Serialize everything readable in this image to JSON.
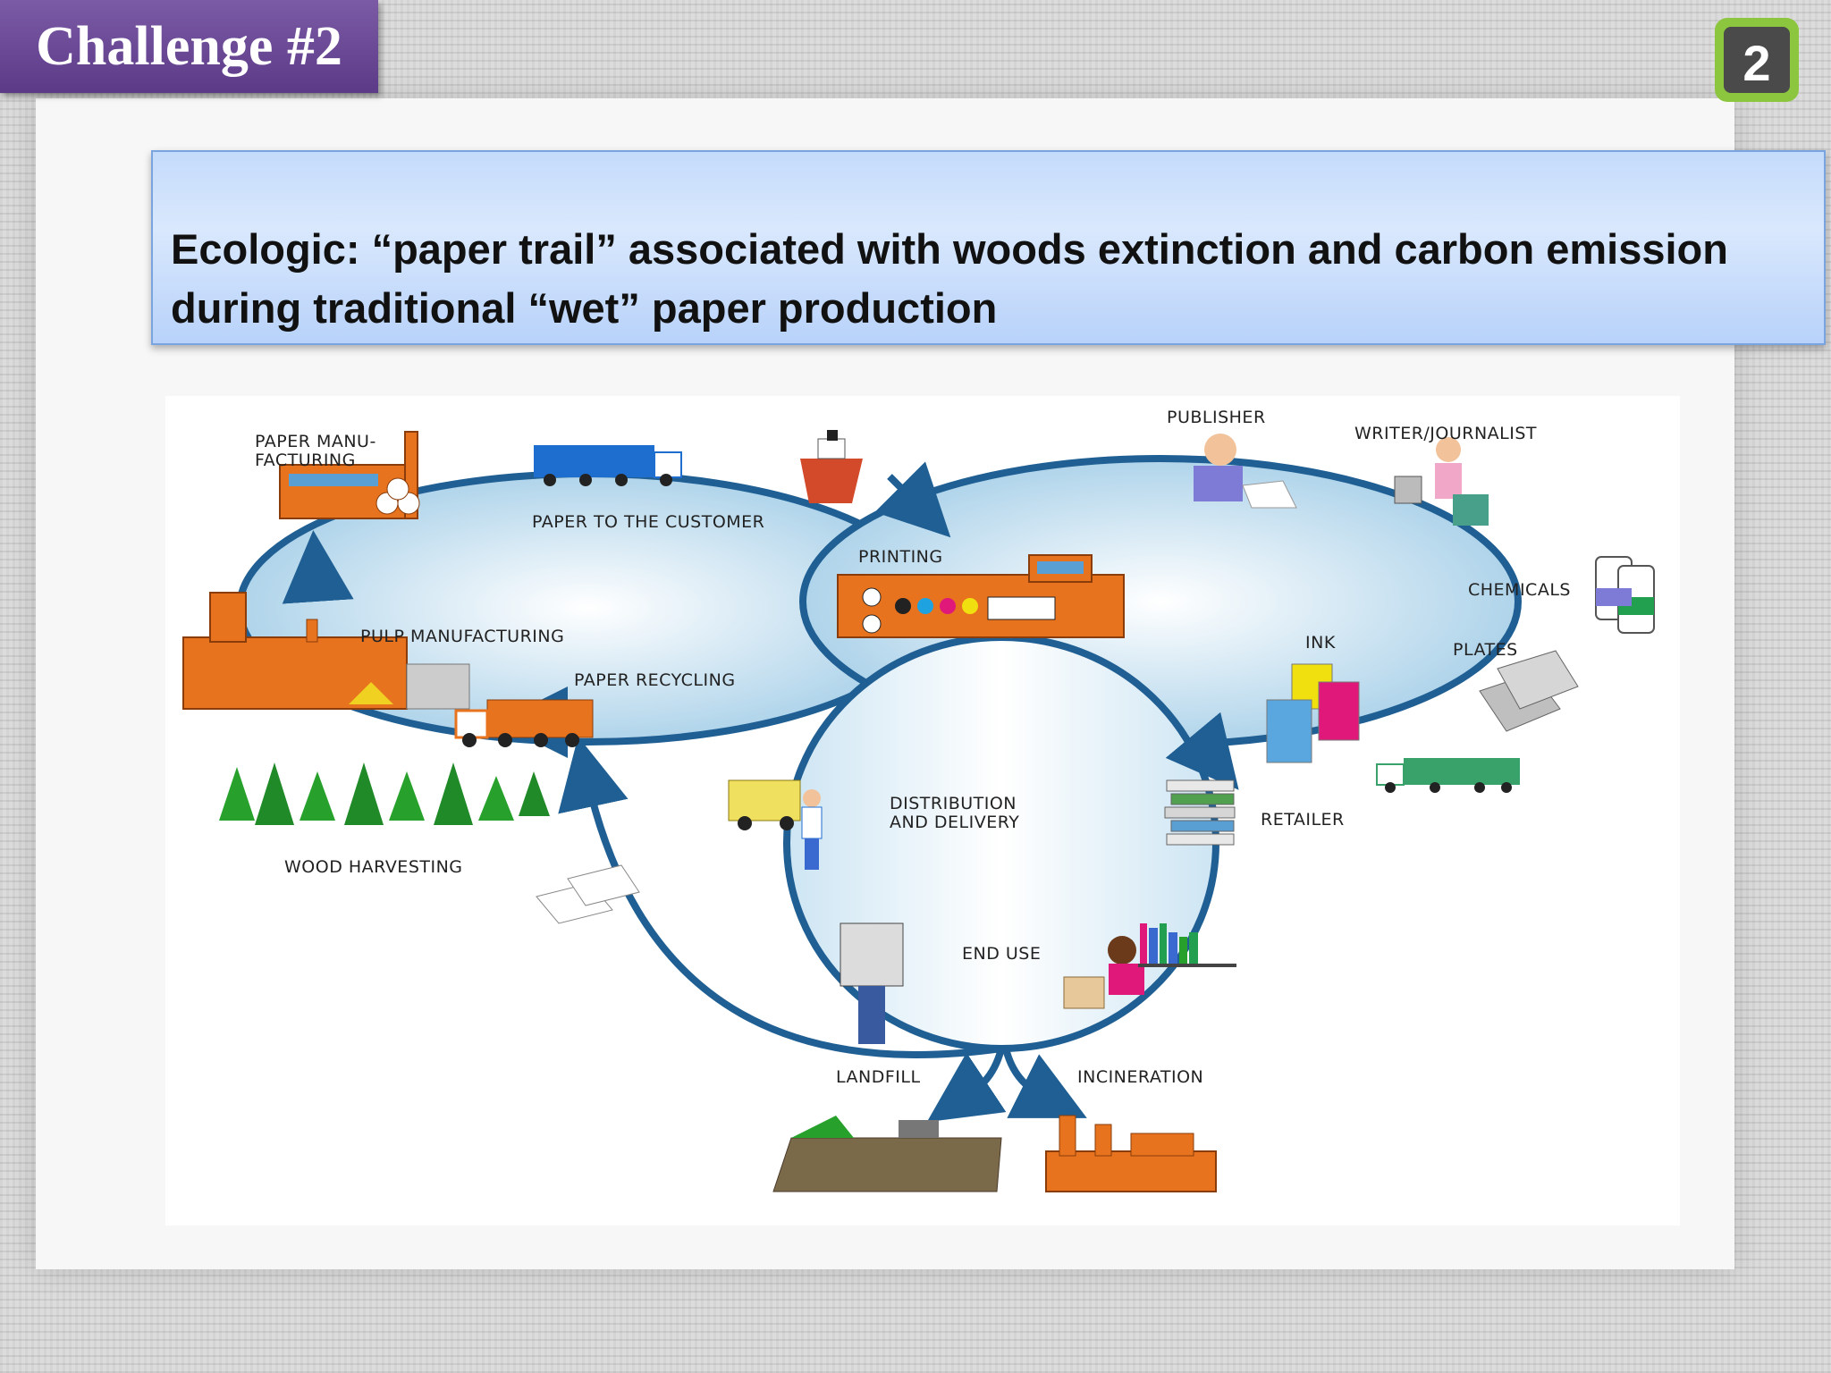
{
  "header": {
    "challenge_label": "Challenge #2",
    "page_number": "2"
  },
  "title": {
    "line1": "Ecologic:  “paper trail” associated with woods extinction and carbon emission",
    "line2": "during traditional “wet” paper production"
  },
  "diagram": {
    "labels": {
      "paper_manufacturing_1": "PAPER MANU-",
      "paper_manufacturing_2": "FACTURING",
      "paper_to_customer": "PAPER TO THE CUSTOMER",
      "printing": "PRINTING",
      "publisher": "PUBLISHER",
      "writer": "WRITER/JOURNALIST",
      "chemicals": "CHEMICALS",
      "ink": "INK",
      "plates": "PLATES",
      "pulp_manufacturing": "PULP MANUFACTURING",
      "paper_recycling": "PAPER RECYCLING",
      "wood_harvesting": "WOOD HARVESTING",
      "distribution_1": "DISTRIBUTION",
      "distribution_2": "AND DELIVERY",
      "retailer": "RETAILER",
      "end_use": "END USE",
      "landfill": "LANDFILL",
      "incineration": "INCINERATION"
    }
  },
  "colors": {
    "tab_purple": "#6a4696",
    "cycle_arrow": "#1f5f93",
    "factory_orange": "#e8731e"
  }
}
